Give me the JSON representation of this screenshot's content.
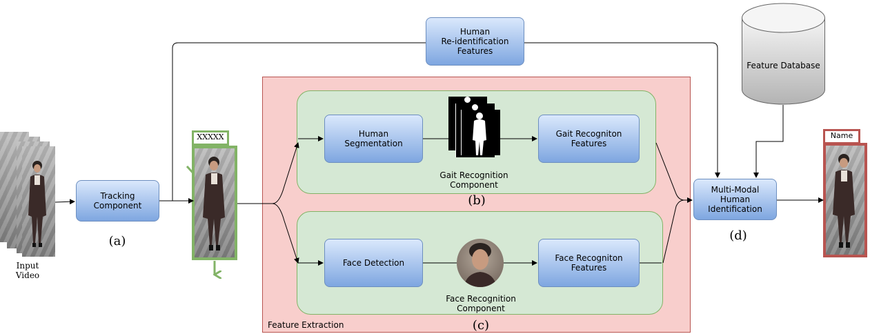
{
  "input": {
    "label": "Input\nVideo"
  },
  "tracking": {
    "label": "Tracking\nComponent",
    "tag": "(a)"
  },
  "tracked": {
    "id_label": "XXXXX"
  },
  "reid": {
    "label": "Human\nRe-identification\nFeatures"
  },
  "feature_extraction": {
    "label": "Feature Extraction",
    "tag": "(c)"
  },
  "gait": {
    "segmentation_label": "Human\nSegmentation",
    "features_label": "Gait Recogniton\nFeatures",
    "component_label": "Gait Recognition\nComponent",
    "tag": "(b)"
  },
  "face": {
    "detection_label": "Face Detection",
    "features_label": "Face Recogniton\nFeatures",
    "component_label": "Face Recognition\nComponent"
  },
  "database": {
    "label": "Feature Database"
  },
  "identification": {
    "label": "Multi-Modal\nHuman\nIdentification",
    "tag": "(d)"
  },
  "output": {
    "name_label": "Name"
  },
  "colors": {
    "red_panel": "#f8cecc",
    "green_panel": "#d5e8d4",
    "blue_box": "#7ea6e0",
    "tracked_frame": "#82b366",
    "output_frame": "#b85450"
  }
}
